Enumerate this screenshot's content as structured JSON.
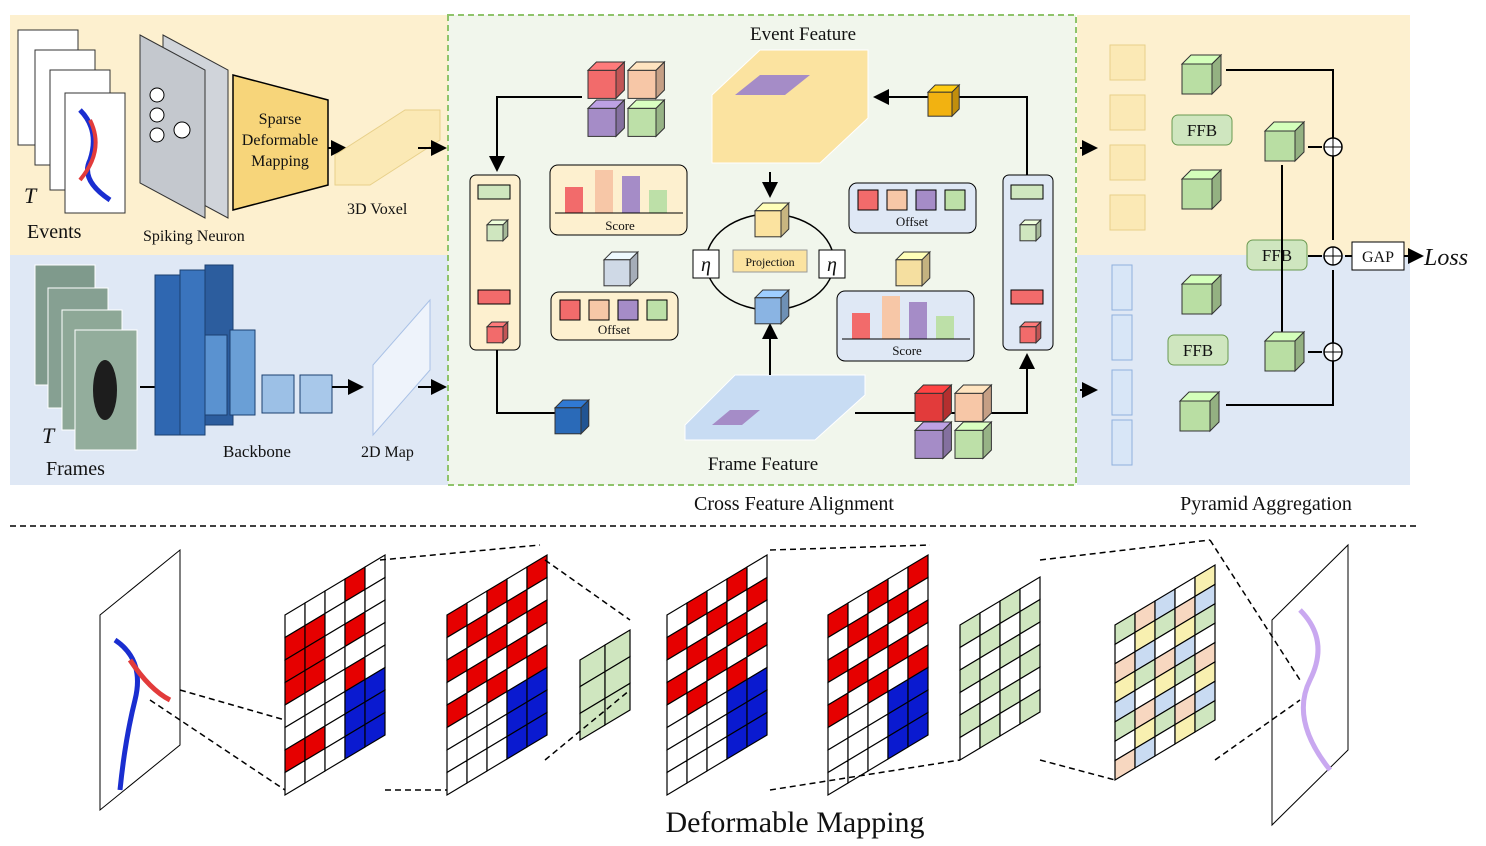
{
  "colors": {
    "event_bg": "#fdf0cf",
    "frame_bg": "#dfe8f5",
    "alignment_bg": "#f1f6ec",
    "alignment_border": "#8fc46b",
    "ffb_fill": "#cfe6bf",
    "red": "#e23b3b",
    "blue": "#1a2ed0",
    "green_cell": "#d6ebc5"
  },
  "event_branch": {
    "t_label": "T",
    "events_label": "Events",
    "spiking_label": "Spiking Neuron",
    "sdm_label_lines": [
      "Sparse",
      "Deformable",
      "Mapping"
    ],
    "voxel_label": "3D Voxel"
  },
  "frame_branch": {
    "t_label": "T",
    "frames_label": "Frames",
    "backbone_label": "Backbone",
    "map_label": "2D Map"
  },
  "alignment": {
    "event_feature_label": "Event Feature",
    "frame_feature_label": "Frame Feature",
    "score_label": "Score",
    "offset_label": "Offset",
    "projection_label": "Projection",
    "eta_label": "η",
    "section_label": "Cross Feature Alignment"
  },
  "aggregation": {
    "ffb_label": "FFB",
    "gap_label": "GAP",
    "loss_label": "Loss",
    "section_label": "Pyramid Aggregation"
  },
  "bottom": {
    "title": "Deformable Mapping"
  }
}
